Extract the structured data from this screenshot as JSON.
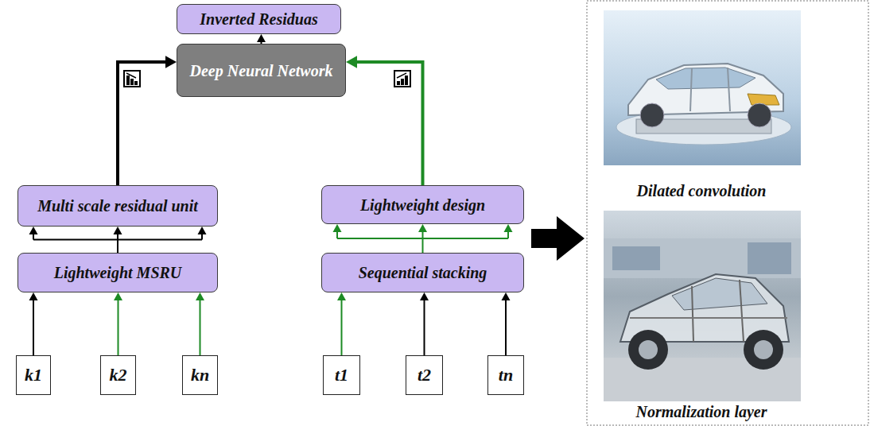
{
  "diagram": {
    "nodes": [
      {
        "text": [
          "Inverted Residuas"
        ]
      },
      {
        "text": [
          "Deep Neural Network"
        ]
      },
      {
        "text": [
          "Multi scale residual unit"
        ]
      },
      {
        "text": [
          "Lightweight design"
        ]
      },
      {
        "text": [
          "Lightweight MSRU"
        ]
      },
      {
        "text": [
          "Sequential stacking"
        ]
      },
      {
        "text": [
          "k1"
        ]
      },
      {
        "text": [
          "k2"
        ]
      },
      {
        "text": [
          "kn"
        ]
      },
      {
        "text": [
          "t1"
        ]
      },
      {
        "text": [
          "t2"
        ]
      },
      {
        "text": [
          "tn"
        ]
      }
    ],
    "edges": [
      {
        "from": 6,
        "to": 4,
        "arrow": "to"
      },
      {
        "from": 7,
        "to": 4,
        "arrow": "to"
      },
      {
        "from": 8,
        "to": 4,
        "arrow": "to"
      },
      {
        "from": 9,
        "to": 5,
        "arrow": "to"
      },
      {
        "from": 10,
        "to": 5,
        "arrow": "to"
      },
      {
        "from": 11,
        "to": 5,
        "arrow": "to"
      },
      {
        "from": 4,
        "to": 2,
        "arrow": "to"
      },
      {
        "from": 5,
        "to": 3,
        "arrow": "to"
      },
      {
        "from": 2,
        "to": 1,
        "arrow": "to"
      },
      {
        "from": 3,
        "to": 1,
        "arrow": "to"
      },
      {
        "from": 1,
        "to": 0,
        "arrow": "to"
      }
    ],
    "labels": [
      "Dilated convolution",
      "Normalization layer"
    ]
  }
}
